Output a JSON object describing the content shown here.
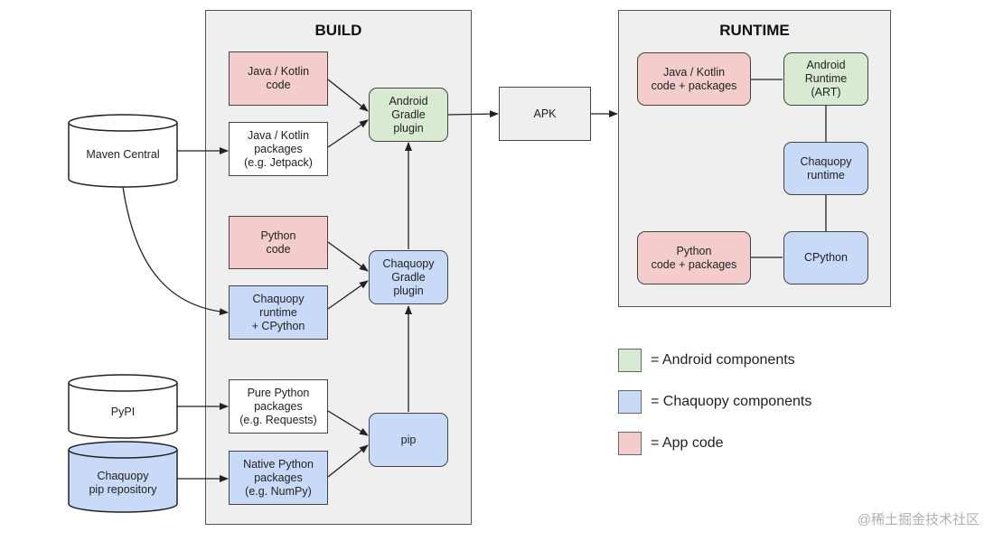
{
  "panels": {
    "build_title": "BUILD",
    "runtime_title": "RUNTIME"
  },
  "nodes": {
    "maven": "Maven Central",
    "pypi": "PyPI",
    "chaquopy_pip_repo": "Chaquopy\npip repository",
    "java_kotlin_code": "Java / Kotlin\ncode",
    "java_kotlin_packages": "Java / Kotlin\npackages\n(e.g. Jetpack)",
    "python_code": "Python\ncode",
    "chaquopy_runtime_cpython": "Chaquopy\nruntime\n+ CPython",
    "pure_python_packages": "Pure Python\npackages\n(e.g. Requests)",
    "native_python_packages": "Native Python\npackages\n(e.g. NumPy)",
    "android_gradle_plugin": "Android\nGradle\nplugin",
    "chaquopy_gradle_plugin": "Chaquopy\nGradle\nplugin",
    "pip": "pip",
    "apk": "APK",
    "rt_java_kotlin": "Java / Kotlin\ncode + packages",
    "rt_art": "Android\nRuntime\n(ART)",
    "rt_chaquopy_runtime": "Chaquopy\nruntime",
    "rt_python": "Python\ncode + packages",
    "rt_cpython": "CPython"
  },
  "legend": {
    "android": "= Android components",
    "chaquopy": "= Chaquopy components",
    "app": "= App code"
  },
  "colors": {
    "android": "#d9ead3",
    "chaquopy": "#c9daf8",
    "app": "#f4cccc"
  },
  "watermark": "@稀土掘金技术社区"
}
